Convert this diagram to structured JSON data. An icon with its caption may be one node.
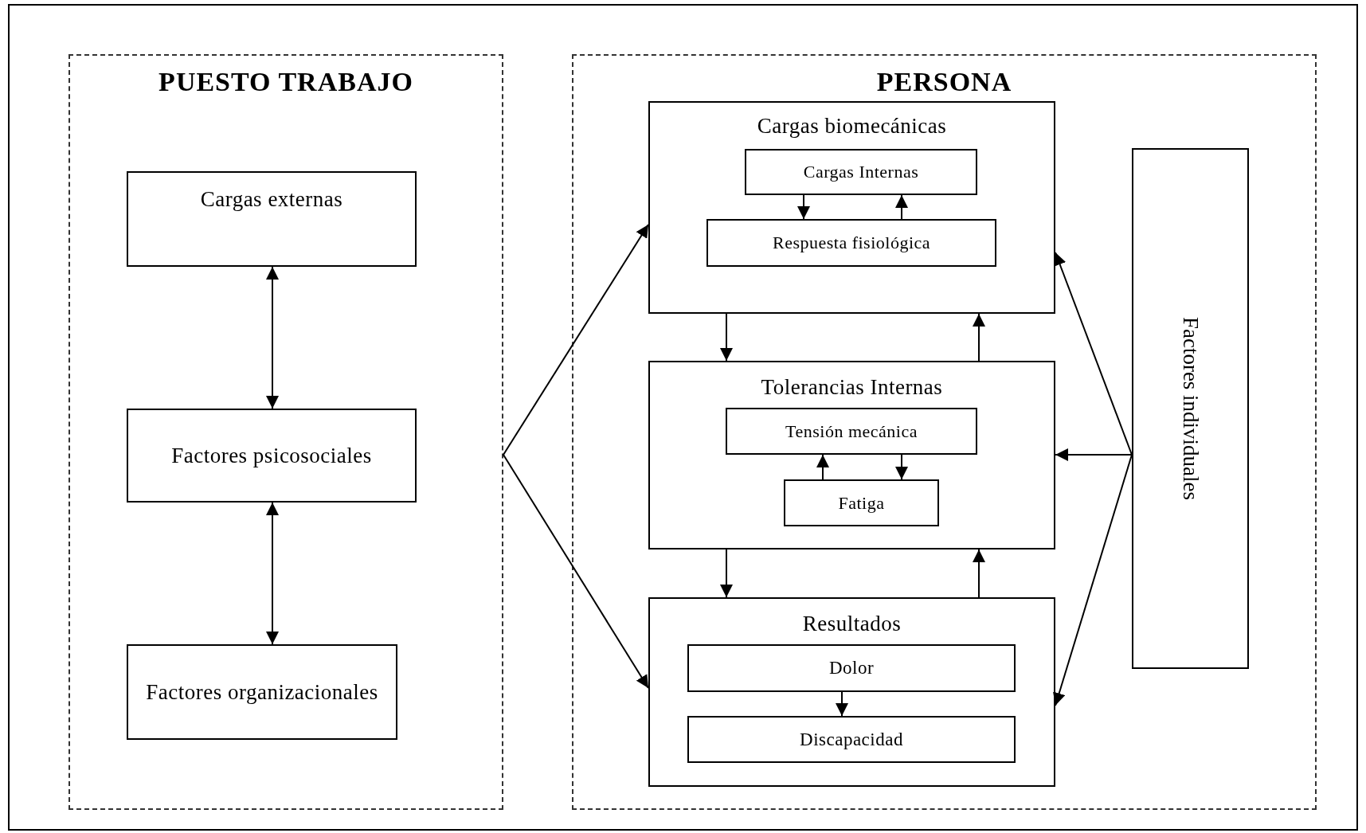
{
  "diagram": {
    "nodes": [
      {
        "text": [
          "PUESTO TRABAJO"
        ]
      },
      {
        "text": [
          "Cargas externas"
        ],
        "in": 0
      },
      {
        "text": [
          "Factores psicosociales"
        ],
        "in": 0
      },
      {
        "text": [
          "Factores organizacionales"
        ],
        "in": 0
      },
      {
        "text": [
          "PERSONA"
        ]
      },
      {
        "text": [
          "Cargas biomecánicas"
        ],
        "in": 4
      },
      {
        "text": [
          "Cargas Internas"
        ],
        "in": 5
      },
      {
        "text": [
          "Respuesta fisiológica"
        ],
        "in": 5
      },
      {
        "text": [
          "Tolerancias Internas"
        ],
        "in": 4
      },
      {
        "text": [
          "Tensión mecánica"
        ],
        "in": 8
      },
      {
        "text": [
          "Fatiga"
        ],
        "in": 8
      },
      {
        "text": [
          "Resultados"
        ],
        "in": 4
      },
      {
        "text": [
          "Dolor"
        ],
        "in": 11
      },
      {
        "text": [
          "Discapacidad"
        ],
        "in": 11
      },
      {
        "text": [
          "Factores individuales"
        ],
        "in": 4
      }
    ],
    "edges": [
      {
        "from": 1,
        "to": 2,
        "arrow": "both"
      },
      {
        "from": 2,
        "to": 3,
        "arrow": "both"
      },
      {
        "from": 0,
        "to": 5,
        "arrow": "to"
      },
      {
        "from": 0,
        "to": 11,
        "arrow": "to"
      },
      {
        "from": 6,
        "to": 7,
        "arrow": "to"
      },
      {
        "from": 7,
        "to": 6,
        "arrow": "to"
      },
      {
        "from": 5,
        "to": 8,
        "arrow": "to"
      },
      {
        "from": 8,
        "to": 5,
        "arrow": "to"
      },
      {
        "from": 10,
        "to": 9,
        "arrow": "to"
      },
      {
        "from": 9,
        "to": 10,
        "arrow": "to"
      },
      {
        "from": 8,
        "to": 11,
        "arrow": "to"
      },
      {
        "from": 11,
        "to": 8,
        "arrow": "to"
      },
      {
        "from": 12,
        "to": 13,
        "arrow": "to"
      },
      {
        "from": 14,
        "to": 5,
        "arrow": "to"
      },
      {
        "from": 14,
        "to": 8,
        "arrow": "to"
      },
      {
        "from": 14,
        "to": 11,
        "arrow": "to"
      }
    ]
  }
}
